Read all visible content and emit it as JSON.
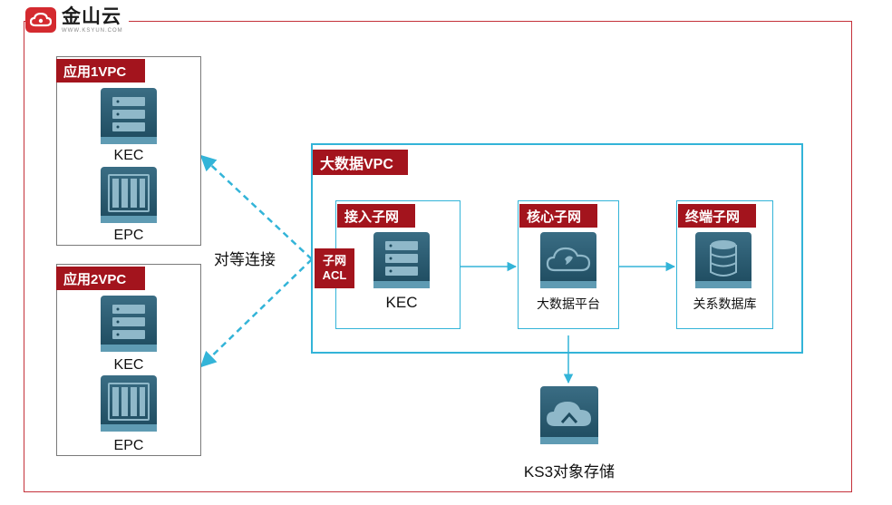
{
  "logo": {
    "name_cn": "金山云",
    "name_en": "WWW.KSYUN.COM"
  },
  "app1": {
    "title": "应用1VPC",
    "kec_label": "KEC",
    "epc_label": "EPC"
  },
  "app2": {
    "title": "应用2VPC",
    "kec_label": "KEC",
    "epc_label": "EPC"
  },
  "peering_label": "对等连接",
  "bigdata": {
    "title": "大数据VPC",
    "acl_line1": "子网",
    "acl_line2": "ACL",
    "access": {
      "title": "接入子网",
      "node_label": "KEC"
    },
    "core": {
      "title": "核心子网",
      "node_label": "大数据平台"
    },
    "terminal": {
      "title": "终端子网",
      "node_label": "关系数据库"
    }
  },
  "storage_label": "KS3对象存储",
  "colors": {
    "accent_red": "#a3141d",
    "frame_red": "#c4313a",
    "link_blue": "#33b4d8",
    "icon_dark": "#1d4a5e"
  }
}
